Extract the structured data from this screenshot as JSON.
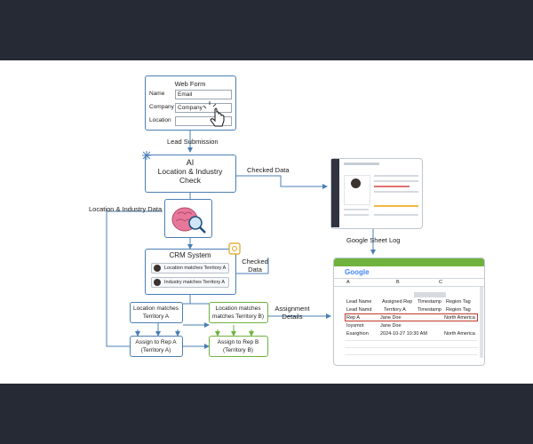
{
  "web_form": {
    "title": "Web Form",
    "fields": [
      {
        "label": "Name",
        "value": "Email"
      },
      {
        "label": "Company",
        "value": "Company"
      },
      {
        "label": "Location",
        "value": ""
      }
    ]
  },
  "edges": {
    "lead_submission": "Lead Submission",
    "checked_data_top": "Checked Data",
    "location_industry_data": "Location & Industry Data",
    "checked_data_crm": "Checked\nData",
    "google_sheet_log": "Google Sheet Log",
    "assignment_details": "Assignment\nDetails"
  },
  "ai_check": {
    "prefix": "AI",
    "title": "Location & Industry\nCheck"
  },
  "crm": {
    "title": "CRM System",
    "rows": [
      "Location matches Territory A",
      "Industry matches Territory A"
    ]
  },
  "territory_a_match": "Location matches\nTerritory A",
  "territory_b_match": "Location matches\nmatches Territory B)",
  "assign_a": "Assign to Rep A\n(Territory A)",
  "assign_b": "Assign to Rep B\n(Territory B)",
  "sheet": {
    "brand": "Google",
    "columns": [
      "A",
      "B",
      "C"
    ],
    "rows": [
      [
        "Lead Name",
        "Assigned Rep",
        "Timestamp",
        "Region Tag"
      ],
      [
        "Lead Namd",
        "Territory A",
        "Timestamp",
        "Region Tag"
      ],
      [
        "Rep A",
        "Jane Doe",
        "",
        "North America"
      ],
      [
        "Ioysmot",
        "Jane Doe",
        "",
        ""
      ],
      [
        "Exarghion",
        "2024-10-27 10:30 AM",
        "",
        "North America"
      ]
    ]
  },
  "colors": {
    "primary": "#4a7fb5",
    "green": "#6fb23d",
    "highlight": "#c0392b"
  }
}
